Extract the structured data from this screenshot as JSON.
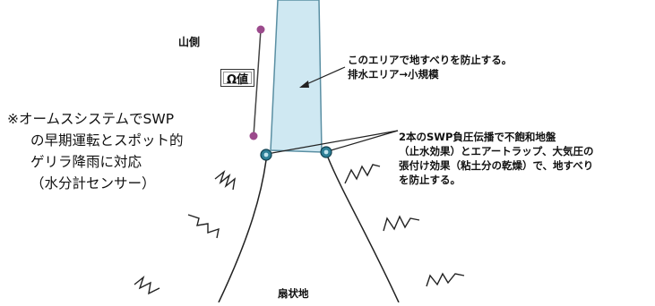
{
  "labels": {
    "mountain_side": "山側",
    "omega_value": "Ω値",
    "drain_area": [
      "このエリアで地すべりを防止する。",
      "排水エリア→小規模"
    ],
    "swp_effect": [
      "2本のSWP負圧伝播で不飽和地盤",
      "（止水効果）とエアートラップ、大気圧の",
      "張付け効果（粘土分の乾燥）で、地すべり",
      "を防止する。"
    ],
    "ohms_system": [
      "※オームスシステムでSWP",
      "の早期運転とスポット的",
      "ゲリラ降雨に対応",
      "（水分計センサー）"
    ],
    "alluvial_fan": "扇状地"
  },
  "colors": {
    "water": "#cfe8f2",
    "water_edge": "#5a8fa3",
    "sensor": "#9b4a8c",
    "well": "#2e7f96",
    "line": "#222222"
  }
}
